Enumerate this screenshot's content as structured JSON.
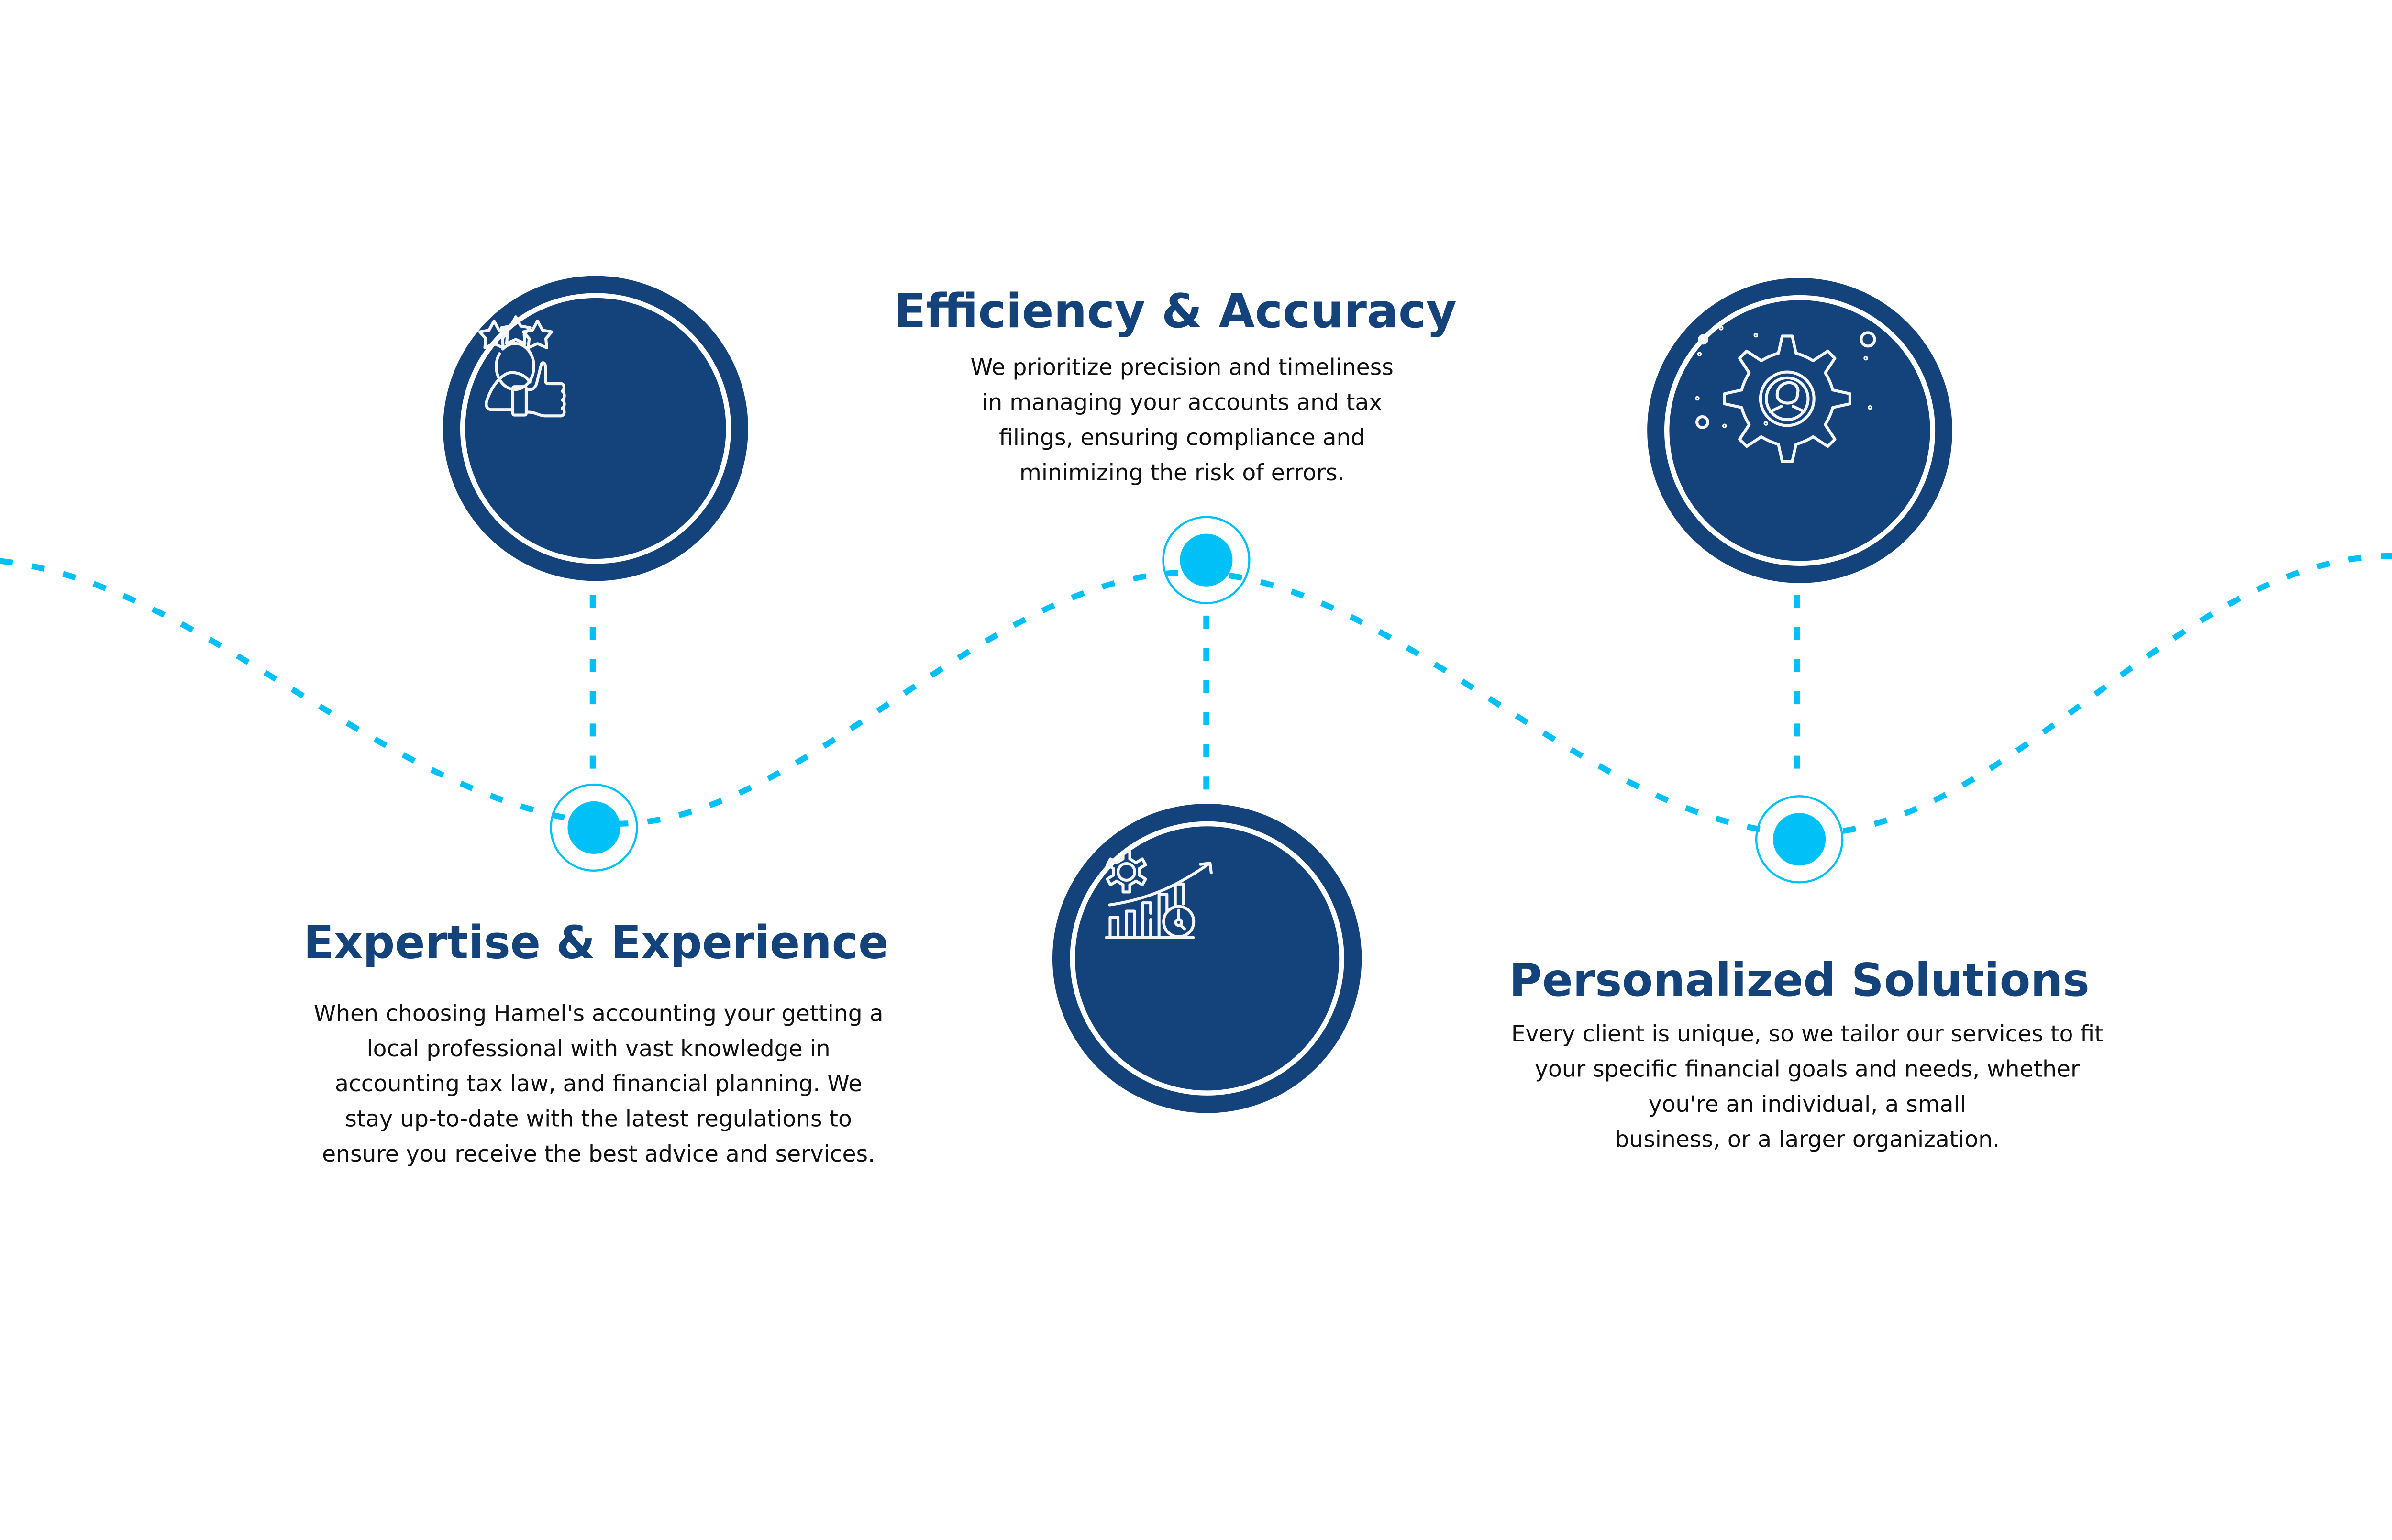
{
  "colors": {
    "title": "#13437A",
    "badge": "#13437A",
    "accent": "#00C1F7",
    "body_text": "#111111",
    "background": "#ffffff"
  },
  "features": [
    {
      "id": "expertise",
      "title": "Expertise & Experience",
      "icon": "person-thumbs-up-stars-icon",
      "lines": [
        "When choosing Hamel's accounting your getting a",
        "local professional with vast knowledge in",
        "accounting tax law, and financial planning. We",
        "stay up-to-date with the latest regulations to",
        "ensure you receive the best advice and services."
      ]
    },
    {
      "id": "efficiency",
      "title": "Efficiency & Accuracy",
      "icon": "gear-growth-chart-icon",
      "lines": [
        "We prioritize precision and timeliness",
        "in managing your accounts and tax",
        "filings, ensuring compliance and",
        "minimizing the risk of errors."
      ]
    },
    {
      "id": "personalized",
      "title": "Personalized Solutions",
      "icon": "gear-person-icon",
      "lines": [
        "Every client is unique, so we tailor our services to fit",
        "your specific financial goals and needs, whether",
        "you're an individual, a small",
        "business, or a larger organization."
      ]
    }
  ]
}
